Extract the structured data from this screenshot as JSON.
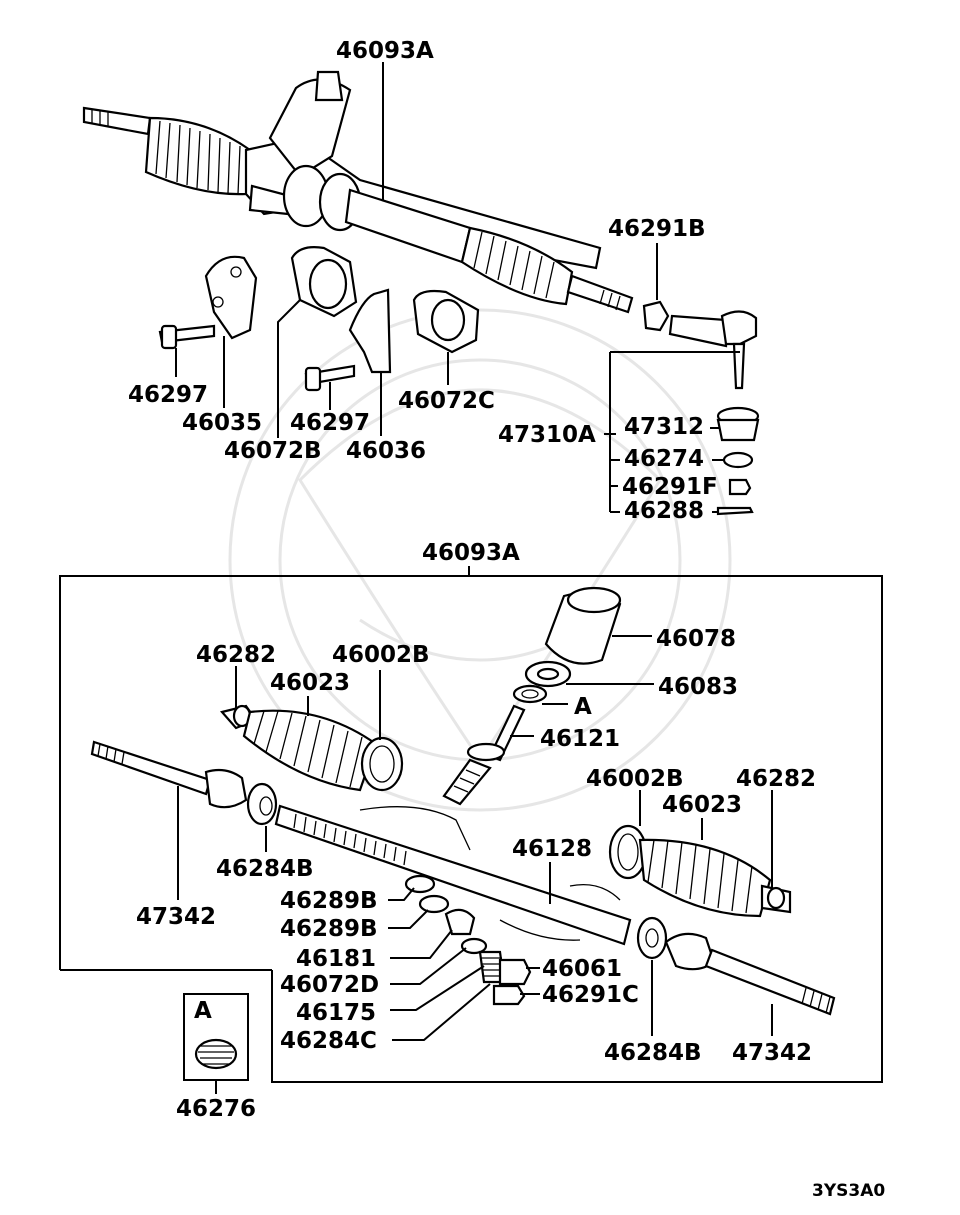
{
  "diagram": {
    "code": "3YS3A0",
    "labels": {
      "assy_top": "46093A",
      "assy_box": "46093A",
      "tie_rod_nut_top": "46291B",
      "bolt_a": "46297",
      "bolt_b": "46297",
      "clamp_46035": "46035",
      "bushing_46072B": "46072B",
      "clamp_46036": "46036",
      "bushing_46072C": "46072C",
      "tie_rod_end": "47310A",
      "boot_kit": "47312",
      "clip_46274": "46274",
      "nut_46291F": "46291F",
      "pin_46288": "46288",
      "clamp_46282_left": "46282",
      "boot_46023_left": "46023",
      "band_46002B_left": "46002B",
      "dust_cover": "46078",
      "seal_46083": "46083",
      "ref_A": "A",
      "pinion": "46121",
      "band_46002B_right": "46002B",
      "boot_46023_right": "46023",
      "clamp_46282_right": "46282",
      "rack": "46128",
      "washer_46284B_left": "46284B",
      "ring_46289B_1": "46289B",
      "ring_46289B_2": "46289B",
      "yoke": "46181",
      "bushing_46072D": "46072D",
      "spring": "46175",
      "plug_46284C": "46284C",
      "cap_46061": "46061",
      "nut_46291C": "46291C",
      "inner_rod_left": "47342",
      "washer_46284B_right": "46284B",
      "inner_rod_right": "47342",
      "inset_ref": "A",
      "inset_part": "46276"
    }
  }
}
